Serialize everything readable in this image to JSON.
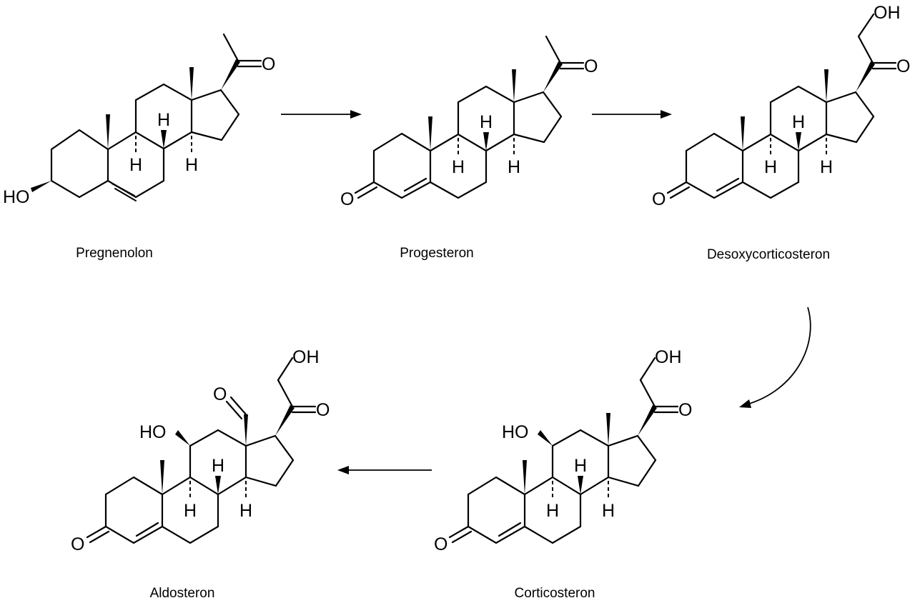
{
  "colors": {
    "ink": "#000000",
    "background": "#ffffff"
  },
  "compounds": [
    {
      "id": "pregnenolone",
      "name": "Pregnenolon",
      "groups": {
        "hydroxyl": "HO",
        "ketone": "O",
        "hydrogen": "H"
      }
    },
    {
      "id": "progesterone",
      "name": "Progesteron",
      "groups": {
        "ring_ketone": "O",
        "ketone": "O",
        "hydrogen": "H"
      }
    },
    {
      "id": "desoxycorticosterone",
      "name": "Desoxycorticosteron",
      "groups": {
        "ring_ketone": "O",
        "ketone": "O",
        "hydroxyl": "OH",
        "hydrogen": "H"
      }
    },
    {
      "id": "corticosterone",
      "name": "Corticosteron",
      "groups": {
        "ring_ketone": "O",
        "ketone": "O",
        "hydroxyl": "OH",
        "hydroxyl_11": "HO",
        "hydrogen": "H"
      }
    },
    {
      "id": "aldosterone",
      "name": "Aldosteron",
      "groups": {
        "ring_ketone": "O",
        "ketone": "O",
        "hydroxyl": "OH",
        "hydroxyl_11": "HO",
        "aldehyde": "O",
        "hydrogen": "H"
      }
    }
  ],
  "arrows": [
    {
      "from": "pregnenolone",
      "to": "progesterone",
      "style": "straight"
    },
    {
      "from": "progesterone",
      "to": "desoxycorticosterone",
      "style": "straight"
    },
    {
      "from": "desoxycorticosterone",
      "to": "corticosterone",
      "style": "curved"
    },
    {
      "from": "corticosterone",
      "to": "aldosterone",
      "style": "straight"
    }
  ]
}
